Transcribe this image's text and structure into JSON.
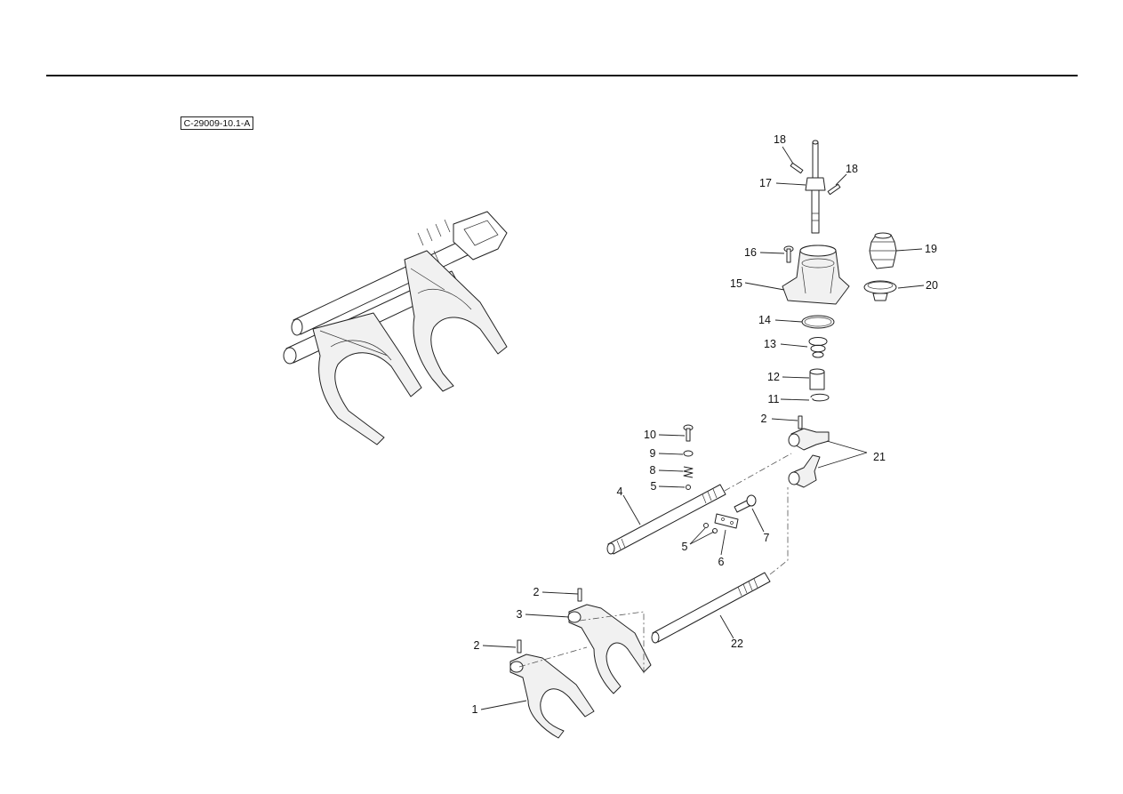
{
  "reference_tag": "C-29009-10.1-A",
  "callouts": {
    "c1": "1",
    "c2a": "2",
    "c2b": "2",
    "c2c": "2",
    "c3": "3",
    "c4": "4",
    "c5a": "5",
    "c5b": "5",
    "c6": "6",
    "c7": "7",
    "c8": "8",
    "c9": "9",
    "c10": "10",
    "c11": "11",
    "c12": "12",
    "c13": "13",
    "c14": "14",
    "c15": "15",
    "c16": "16",
    "c17": "17",
    "c18a": "18",
    "c18b": "18",
    "c19": "19",
    "c20": "20",
    "c21": "21",
    "c22": "22"
  },
  "colors": {
    "line": "#222222",
    "background": "#ffffff",
    "shade": "#f1f1f1"
  }
}
